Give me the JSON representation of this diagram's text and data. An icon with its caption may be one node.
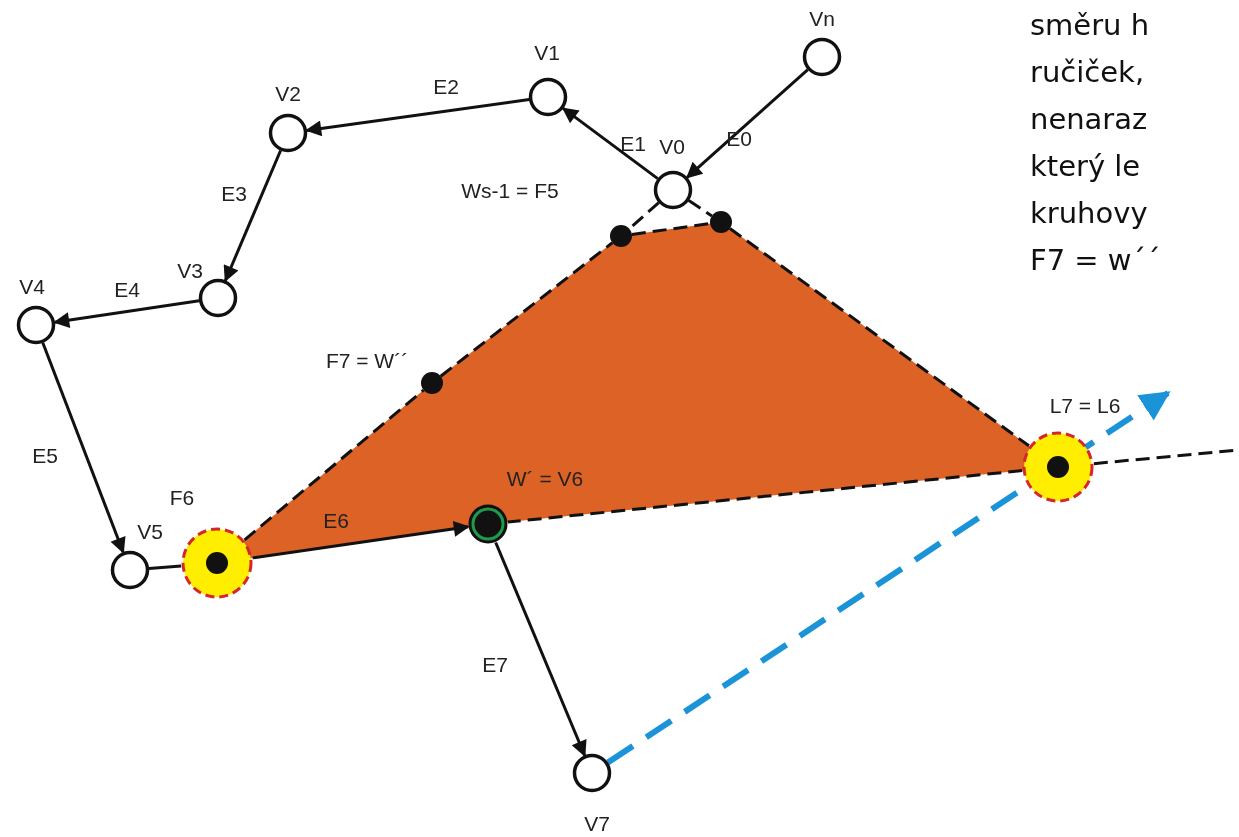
{
  "diagram": {
    "nodes": [
      {
        "text": [
          "Vn"
        ]
      },
      {
        "text": [
          "V0"
        ]
      },
      {
        "text": [
          "V1"
        ]
      },
      {
        "text": [
          "V2"
        ]
      },
      {
        "text": [
          "V3"
        ]
      },
      {
        "text": [
          "V4"
        ]
      },
      {
        "text": [
          "V5"
        ]
      },
      {
        "text": [
          "F6"
        ]
      },
      {
        "text": [
          "W´ = V6"
        ]
      },
      {
        "text": [
          "V7"
        ]
      },
      {
        "text": [
          "L7 = L6"
        ]
      },
      {
        "text": [
          "Ws-1 = F5"
        ]
      },
      {
        "text": [],
        "shape": "circle"
      },
      {
        "text": [
          "F7 = W´´"
        ]
      }
    ],
    "edges": [
      {
        "from": 0,
        "to": 1,
        "arrow": "to",
        "label": "E0"
      },
      {
        "from": 1,
        "to": 2,
        "arrow": "to",
        "label": "E1"
      },
      {
        "from": 2,
        "to": 3,
        "arrow": "to",
        "label": "E2"
      },
      {
        "from": 3,
        "to": 4,
        "arrow": "to",
        "label": "E3"
      },
      {
        "from": 4,
        "to": 5,
        "arrow": "to",
        "label": "E4"
      },
      {
        "from": 5,
        "to": 6,
        "arrow": "to",
        "label": "E5"
      },
      {
        "from": 6,
        "to": 7,
        "arrow": "none"
      },
      {
        "from": 7,
        "to": 8,
        "arrow": "to",
        "label": "E6"
      },
      {
        "from": 8,
        "to": 9,
        "arrow": "to",
        "label": "E7"
      },
      {
        "from": 7,
        "to": 13,
        "arrow": "none",
        "style": "dashed"
      },
      {
        "from": 13,
        "to": 11,
        "arrow": "none",
        "style": "dashed"
      },
      {
        "from": 11,
        "to": 12,
        "arrow": "none",
        "style": "dashed"
      },
      {
        "from": 12,
        "to": 10,
        "arrow": "none",
        "style": "dashed"
      },
      {
        "from": 10,
        "to": 8,
        "arrow": "none",
        "style": "dashed"
      },
      {
        "from": 1,
        "to": 11,
        "arrow": "none",
        "style": "dashed"
      },
      {
        "from": 1,
        "to": 12,
        "arrow": "none",
        "style": "dashed"
      },
      {
        "from": 9,
        "to": null,
        "arrow": "to",
        "style": "dashed",
        "color": "#1b93d8"
      },
      {
        "from": 10,
        "to": null,
        "arrow": "none",
        "style": "dashed"
      }
    ],
    "labels": [
      "směru h",
      "ručiček,",
      "nenaraz",
      "který le",
      "kruhovy",
      "F7 = w´´"
    ]
  }
}
